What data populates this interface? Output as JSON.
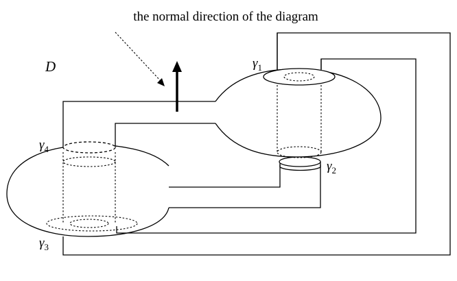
{
  "caption": "the normal direction of the diagram",
  "diagram_label": "D",
  "curves": [
    {
      "id": "gamma-1",
      "symbol": "γ",
      "sub": "1"
    },
    {
      "id": "gamma-2",
      "symbol": "γ",
      "sub": "2"
    },
    {
      "id": "gamma-3",
      "symbol": "γ",
      "sub": "3"
    },
    {
      "id": "gamma-4",
      "symbol": "γ",
      "sub": "4"
    }
  ]
}
